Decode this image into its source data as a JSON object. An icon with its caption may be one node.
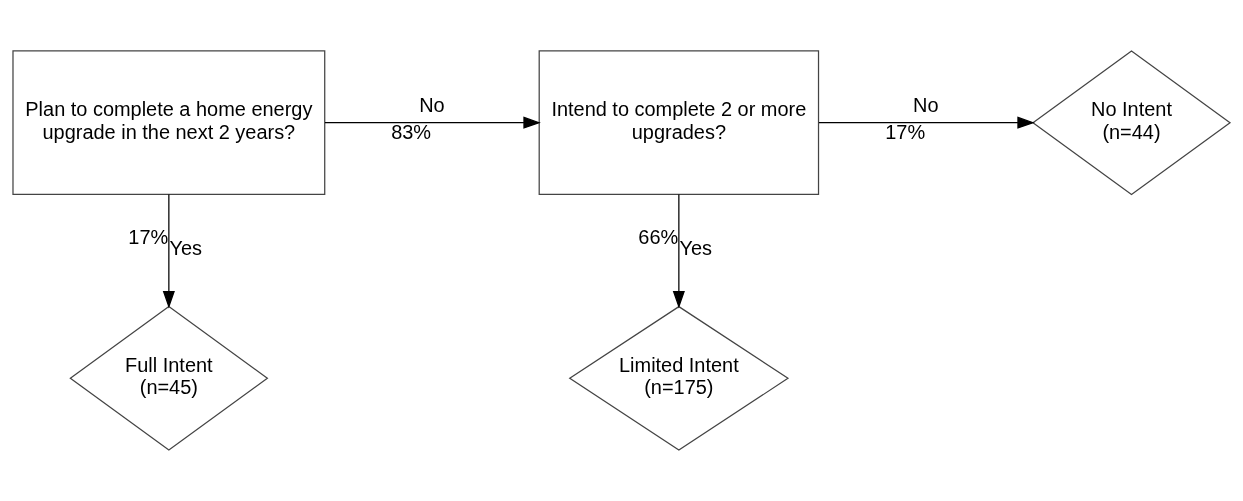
{
  "diagram": {
    "nodes": [
      {
        "text": [
          "Plan to complete a home energy upgrade in the next 2 years?"
        ]
      },
      {
        "text": [
          "Intend to complete 2 or more upgrades?"
        ]
      },
      {
        "text": [
          "No Intent (n=44)"
        ]
      },
      {
        "text": [
          "Full Intent (n=45)"
        ]
      },
      {
        "text": [
          "Limited Intent (n=175)"
        ]
      }
    ],
    "edges": [
      {
        "from": 0,
        "to": 1,
        "arrow": "to",
        "label": "No"
      },
      {
        "from": 1,
        "to": 2,
        "arrow": "to",
        "label": "No"
      },
      {
        "from": 0,
        "to": 3,
        "arrow": "to",
        "label": "Yes"
      },
      {
        "from": 1,
        "to": 4,
        "arrow": "to",
        "label": "Yes"
      }
    ],
    "labels": [
      "17%",
      "83%",
      "17%",
      "66%"
    ]
  }
}
